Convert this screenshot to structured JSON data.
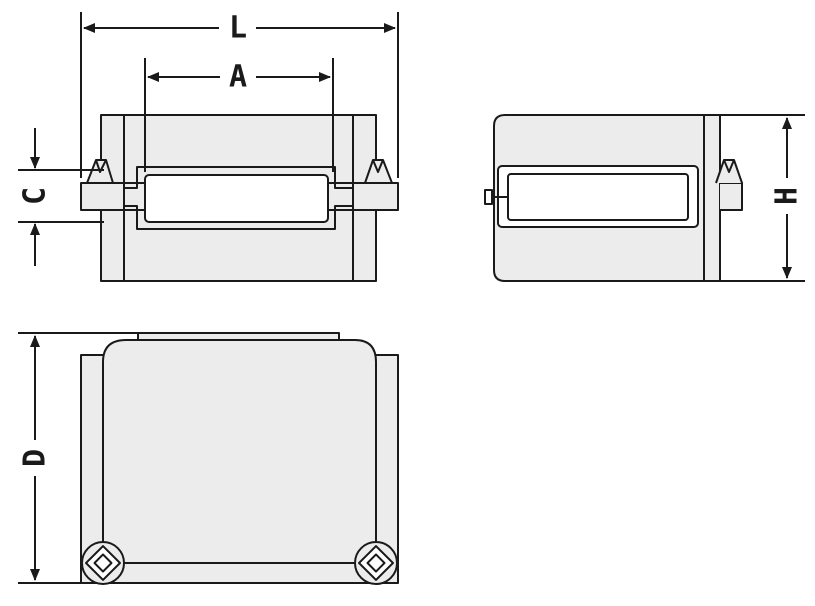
{
  "colors": {
    "line": "#1a1a1a",
    "body_fill": "#ececec",
    "slot_fill": "#ffffff",
    "background": "#ffffff"
  },
  "dimensions": {
    "L": "L",
    "A": "A",
    "C": "C",
    "H": "H",
    "D": "D"
  },
  "views": [
    "front-view",
    "side-view",
    "top-view"
  ]
}
